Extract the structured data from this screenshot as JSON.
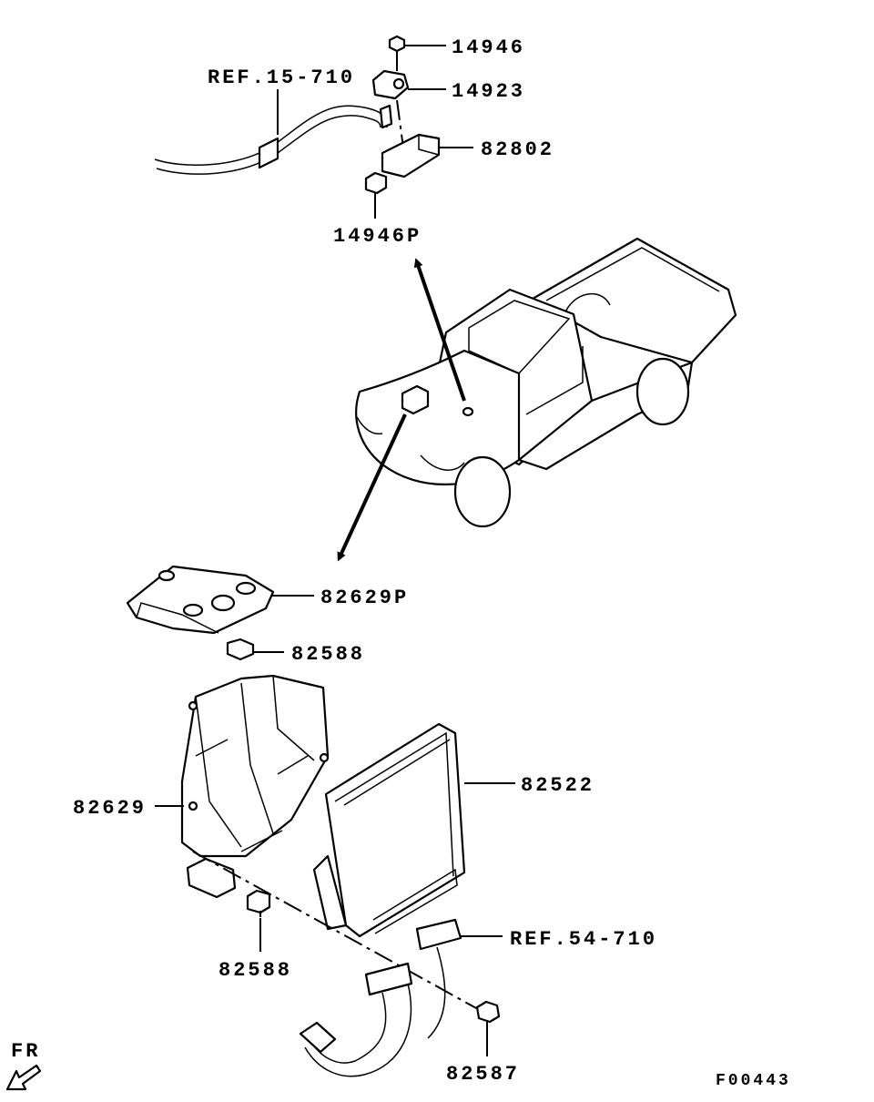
{
  "diagram_code": "F00443",
  "orientation": "FR",
  "callouts": {
    "c14946": "14946",
    "c14923": "14923",
    "cref15": "REF.15-710",
    "c82802": "82802",
    "c14946p": "14946P",
    "c82629p": "82629P",
    "c82588a": "82588",
    "c82629": "82629",
    "c82522": "82522",
    "c82588b": "82588",
    "cref54": "REF.54-710",
    "c82587": "82587"
  }
}
